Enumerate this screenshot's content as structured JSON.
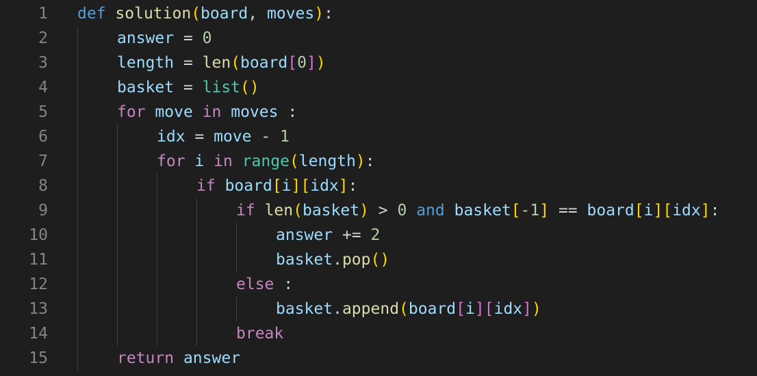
{
  "editor": {
    "language": "python",
    "line_numbers": [
      "1",
      "2",
      "3",
      "4",
      "5",
      "6",
      "7",
      "8",
      "9",
      "10",
      "11",
      "12",
      "13",
      "14",
      "15"
    ],
    "colors": {
      "background": "#1e1e1e",
      "line_number": "#858585",
      "keyword": "#569cd6",
      "control_keyword": "#c586c0",
      "function": "#dcdcaa",
      "variable": "#9cdcfe",
      "number": "#b5cea8",
      "builtin": "#4ec9b0",
      "bracket_level_1": "#ffd700",
      "bracket_level_2": "#da70d6",
      "bracket_level_3": "#179fff"
    },
    "lines": [
      [
        [
          "def",
          "kw-def"
        ],
        [
          " ",
          ""
        ],
        [
          "solution",
          "fn"
        ],
        [
          "(",
          "b1"
        ],
        [
          "board",
          "var"
        ],
        [
          ", ",
          "op"
        ],
        [
          "moves",
          "var"
        ],
        [
          ")",
          "b1"
        ],
        [
          ":",
          "op"
        ]
      ],
      [
        [
          "answer",
          "var"
        ],
        [
          " = ",
          "op"
        ],
        [
          "0",
          "num"
        ]
      ],
      [
        [
          "length",
          "var"
        ],
        [
          " = ",
          "op"
        ],
        [
          "len",
          "fn"
        ],
        [
          "(",
          "b1"
        ],
        [
          "board",
          "var"
        ],
        [
          "[",
          "b2"
        ],
        [
          "0",
          "num"
        ],
        [
          "]",
          "b2"
        ],
        [
          ")",
          "b1"
        ]
      ],
      [
        [
          "basket",
          "var"
        ],
        [
          " = ",
          "op"
        ],
        [
          "list",
          "builtin"
        ],
        [
          "()",
          "b1"
        ]
      ],
      [
        [
          "for",
          "kw-ctl"
        ],
        [
          " ",
          ""
        ],
        [
          "move",
          "var"
        ],
        [
          " ",
          ""
        ],
        [
          "in",
          "kw-ctl"
        ],
        [
          " ",
          ""
        ],
        [
          "moves",
          "var"
        ],
        [
          " :",
          "op"
        ]
      ],
      [
        [
          "idx",
          "var"
        ],
        [
          " = ",
          "op"
        ],
        [
          "move",
          "var"
        ],
        [
          " - ",
          "op"
        ],
        [
          "1",
          "num"
        ]
      ],
      [
        [
          "for",
          "kw-ctl"
        ],
        [
          " ",
          ""
        ],
        [
          "i",
          "var"
        ],
        [
          " ",
          ""
        ],
        [
          "in",
          "kw-ctl"
        ],
        [
          " ",
          ""
        ],
        [
          "range",
          "builtin"
        ],
        [
          "(",
          "b1"
        ],
        [
          "length",
          "var"
        ],
        [
          ")",
          "b1"
        ],
        [
          ":",
          "op"
        ]
      ],
      [
        [
          "if",
          "kw-ctl"
        ],
        [
          " ",
          ""
        ],
        [
          "board",
          "var"
        ],
        [
          "[",
          "b1"
        ],
        [
          "i",
          "var"
        ],
        [
          "]",
          "b1"
        ],
        [
          "[",
          "b1"
        ],
        [
          "idx",
          "var"
        ],
        [
          "]",
          "b1"
        ],
        [
          ":",
          "op"
        ]
      ],
      [
        [
          "if",
          "kw-ctl"
        ],
        [
          " ",
          ""
        ],
        [
          "len",
          "fn"
        ],
        [
          "(",
          "b1"
        ],
        [
          "basket",
          "var"
        ],
        [
          ")",
          "b1"
        ],
        [
          " > ",
          "op"
        ],
        [
          "0",
          "num"
        ],
        [
          " ",
          ""
        ],
        [
          "and",
          "kw-and"
        ],
        [
          " ",
          ""
        ],
        [
          "basket",
          "var"
        ],
        [
          "[",
          "b1"
        ],
        [
          "-1",
          "num"
        ],
        [
          "]",
          "b1"
        ],
        [
          " == ",
          "op"
        ],
        [
          "board",
          "var"
        ],
        [
          "[",
          "b1"
        ],
        [
          "i",
          "var"
        ],
        [
          "]",
          "b1"
        ],
        [
          "[",
          "b1"
        ],
        [
          "idx",
          "var"
        ],
        [
          "]",
          "b1"
        ],
        [
          ":",
          "op"
        ]
      ],
      [
        [
          "answer",
          "var"
        ],
        [
          " += ",
          "op"
        ],
        [
          "2",
          "num"
        ]
      ],
      [
        [
          "basket",
          "var"
        ],
        [
          ".",
          "op"
        ],
        [
          "pop",
          "fn"
        ],
        [
          "()",
          "b1"
        ]
      ],
      [
        [
          "else",
          "kw-ctl"
        ],
        [
          " :",
          "op"
        ]
      ],
      [
        [
          "basket",
          "var"
        ],
        [
          ".",
          "op"
        ],
        [
          "append",
          "fn"
        ],
        [
          "(",
          "b1"
        ],
        [
          "board",
          "var"
        ],
        [
          "[",
          "b2"
        ],
        [
          "i",
          "var"
        ],
        [
          "]",
          "b2"
        ],
        [
          "[",
          "b2"
        ],
        [
          "idx",
          "var"
        ],
        [
          "]",
          "b2"
        ],
        [
          ")",
          "b1"
        ]
      ],
      [
        [
          "break",
          "kw-ctl"
        ]
      ],
      [
        [
          "return",
          "kw-ctl"
        ],
        [
          " ",
          ""
        ],
        [
          "answer",
          "var"
        ]
      ]
    ]
  }
}
